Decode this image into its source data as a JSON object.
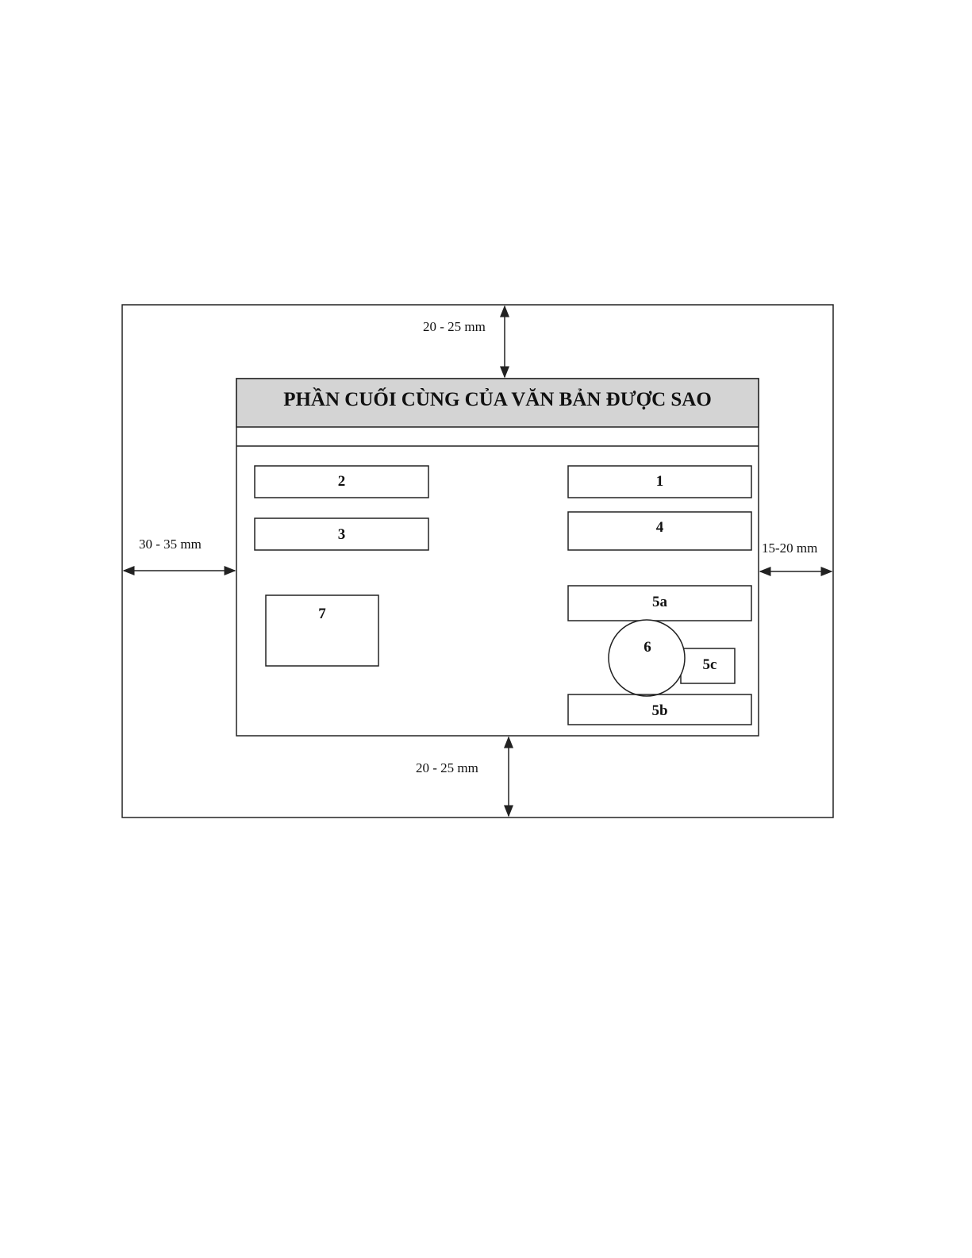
{
  "title": "PHẦN CUỐI CÙNG CỦA VĂN BẢN ĐƯỢC SAO",
  "margins": {
    "top": "20 - 25 mm",
    "bottom": "20 - 25 mm",
    "left": "30 - 35 mm",
    "right": "15-20 mm"
  },
  "boxes": {
    "b1": "1",
    "b2": "2",
    "b3": "3",
    "b4": "4",
    "b5a": "5a",
    "b5b": "5b",
    "b5c": "5c",
    "b6": "6",
    "b7": "7"
  },
  "colors": {
    "title_band": "#d4d4d4",
    "line": "#222222"
  }
}
